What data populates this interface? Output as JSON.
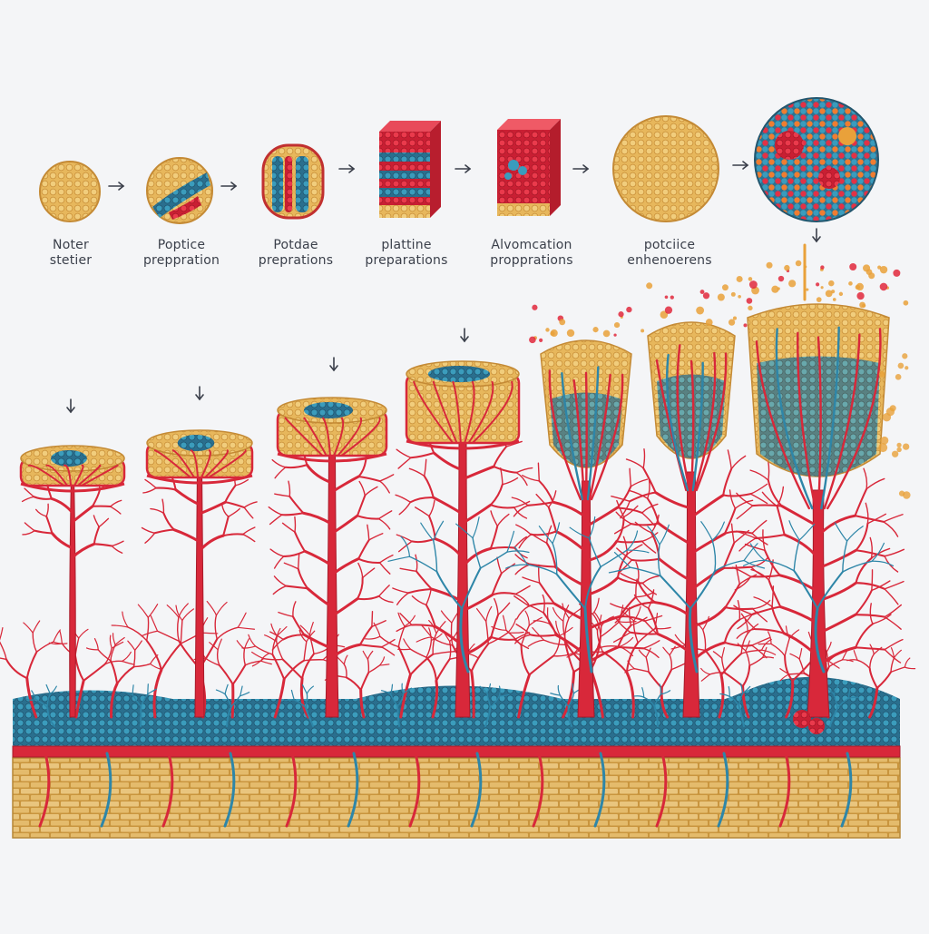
{
  "stages": [
    {
      "line1": "Noter",
      "line2": "stetier"
    },
    {
      "line1": "Poptice",
      "line2": "preppration"
    },
    {
      "line1": "Potdae",
      "line2": "preprations"
    },
    {
      "line1": "plattine",
      "line2": "preparations"
    },
    {
      "line1": "Alvomcation",
      "line2": "propprations"
    },
    {
      "line1": "potciice",
      "line2": "enhenoerens"
    }
  ],
  "colors": {
    "vessel": "#d8283a",
    "vessel_dark": "#a81b2a",
    "blue_cell": "#2e86a8",
    "tan_cell": "#e5b257",
    "red_cell": "#e0283c",
    "brick": "#e2bb70"
  },
  "icons": [
    "arrow-right-icon",
    "arrow-down-icon"
  ]
}
